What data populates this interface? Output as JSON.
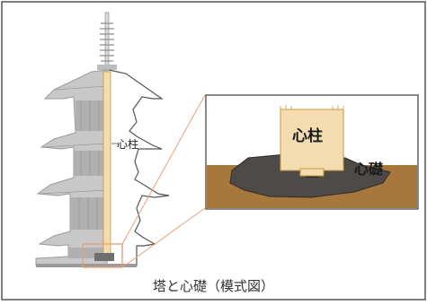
{
  "diagram": {
    "caption": "塔と心礎（模式図）",
    "pagoda_pillar_label": "心柱",
    "inset_pillar_label": "心柱",
    "inset_stone_label": "心礎"
  },
  "colors": {
    "frame": "#555555",
    "pagoda_fill": "#c8c8c8",
    "pagoda_dark": "#9a9a9a",
    "pillar_fill": "#f3ddb0",
    "pillar_edge": "#c99a3a",
    "callout": "#e9a07a",
    "inset_bg": "#ffffff",
    "earth": "#a8773b",
    "stone": "#4d4a48"
  }
}
